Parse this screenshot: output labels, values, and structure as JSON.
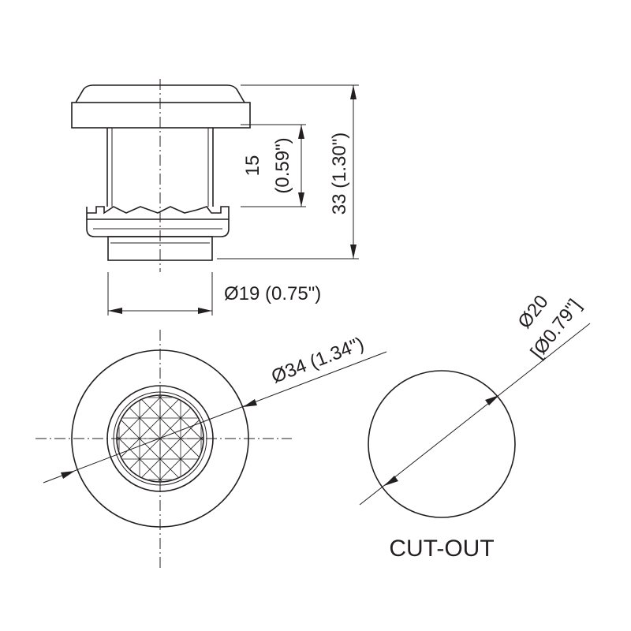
{
  "dimensions": {
    "overall_height": "33 (1.30\")",
    "body_height_value": "15",
    "body_height_inch": "(0.59\")",
    "body_diameter": "Ø19 (0.75\")",
    "flange_diameter": "Ø34 (1.34\")",
    "cutout_diameter_value": "Ø20",
    "cutout_diameter_inch": "[Ø0.79\"]"
  },
  "labels": {
    "cutout": "CUT-OUT"
  },
  "colors": {
    "line": "#231f20",
    "background": "#ffffff"
  }
}
